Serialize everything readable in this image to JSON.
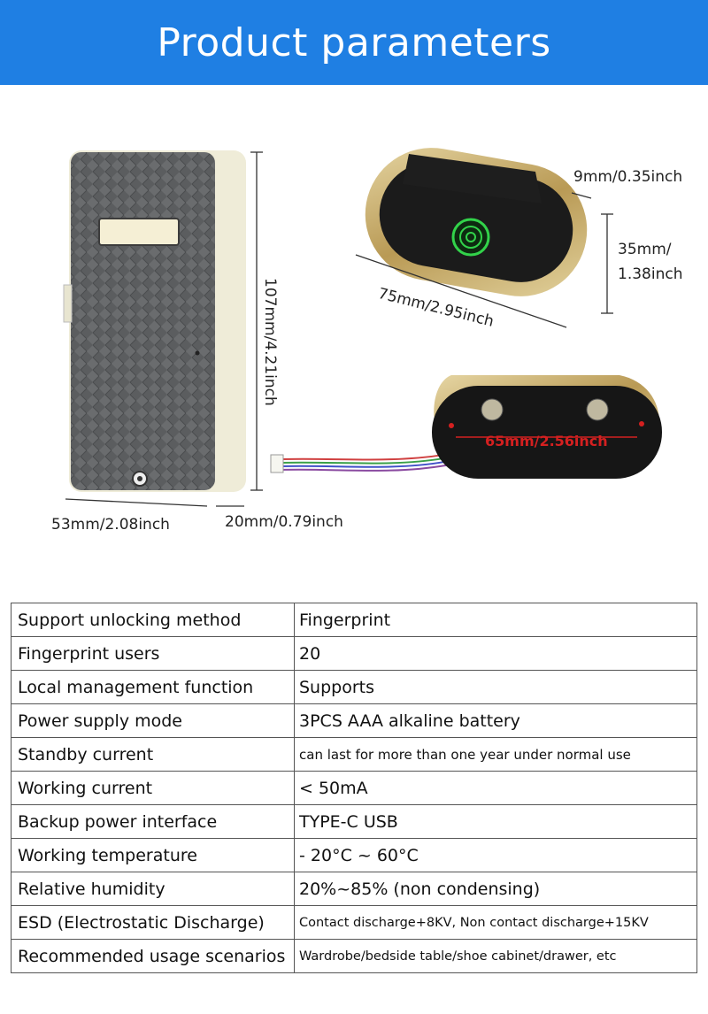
{
  "header": {
    "title": "Product parameters"
  },
  "dimensions": {
    "lock_height": "107mm/4.21inch",
    "lock_width": "53mm/2.08inch",
    "lock_depth": "20mm/0.79inch",
    "reader_thickness": "9mm/0.35inch",
    "reader_height_line1": "35mm/",
    "reader_height_line2": "1.38inch",
    "reader_length": "75mm/2.95inch",
    "reader_back_hole_spacing": "65mm/2.56inch"
  },
  "colors": {
    "banner": "#1f7fe3",
    "fingerprint": "#32d34a",
    "bezel_gold": "#c9b27a",
    "hole_spacing": "#d42020"
  },
  "spec_table": [
    {
      "label": "Support unlocking method",
      "value": "Fingerprint"
    },
    {
      "label": "Fingerprint users",
      "value": "20"
    },
    {
      "label": "Local management function",
      "value": "Supports"
    },
    {
      "label": "Power supply mode",
      "value": "3PCS AAA alkaline battery"
    },
    {
      "label": "Standby current",
      "value": "can last for more than one year under normal use"
    },
    {
      "label": "Working current",
      "value": "< 50mA"
    },
    {
      "label": "Backup power interface",
      "value": "TYPE-C USB"
    },
    {
      "label": "Working temperature",
      "value": "- 20°C ~ 60°C"
    },
    {
      "label": "Relative humidity",
      "value": "20%~85% (non condensing)"
    },
    {
      "label": "ESD (Electrostatic Discharge)",
      "value": "Contact discharge+8KV, Non contact discharge+15KV"
    },
    {
      "label": "Recommended usage scenarios",
      "value": "Wardrobe/bedside table/shoe cabinet/drawer, etc"
    }
  ]
}
